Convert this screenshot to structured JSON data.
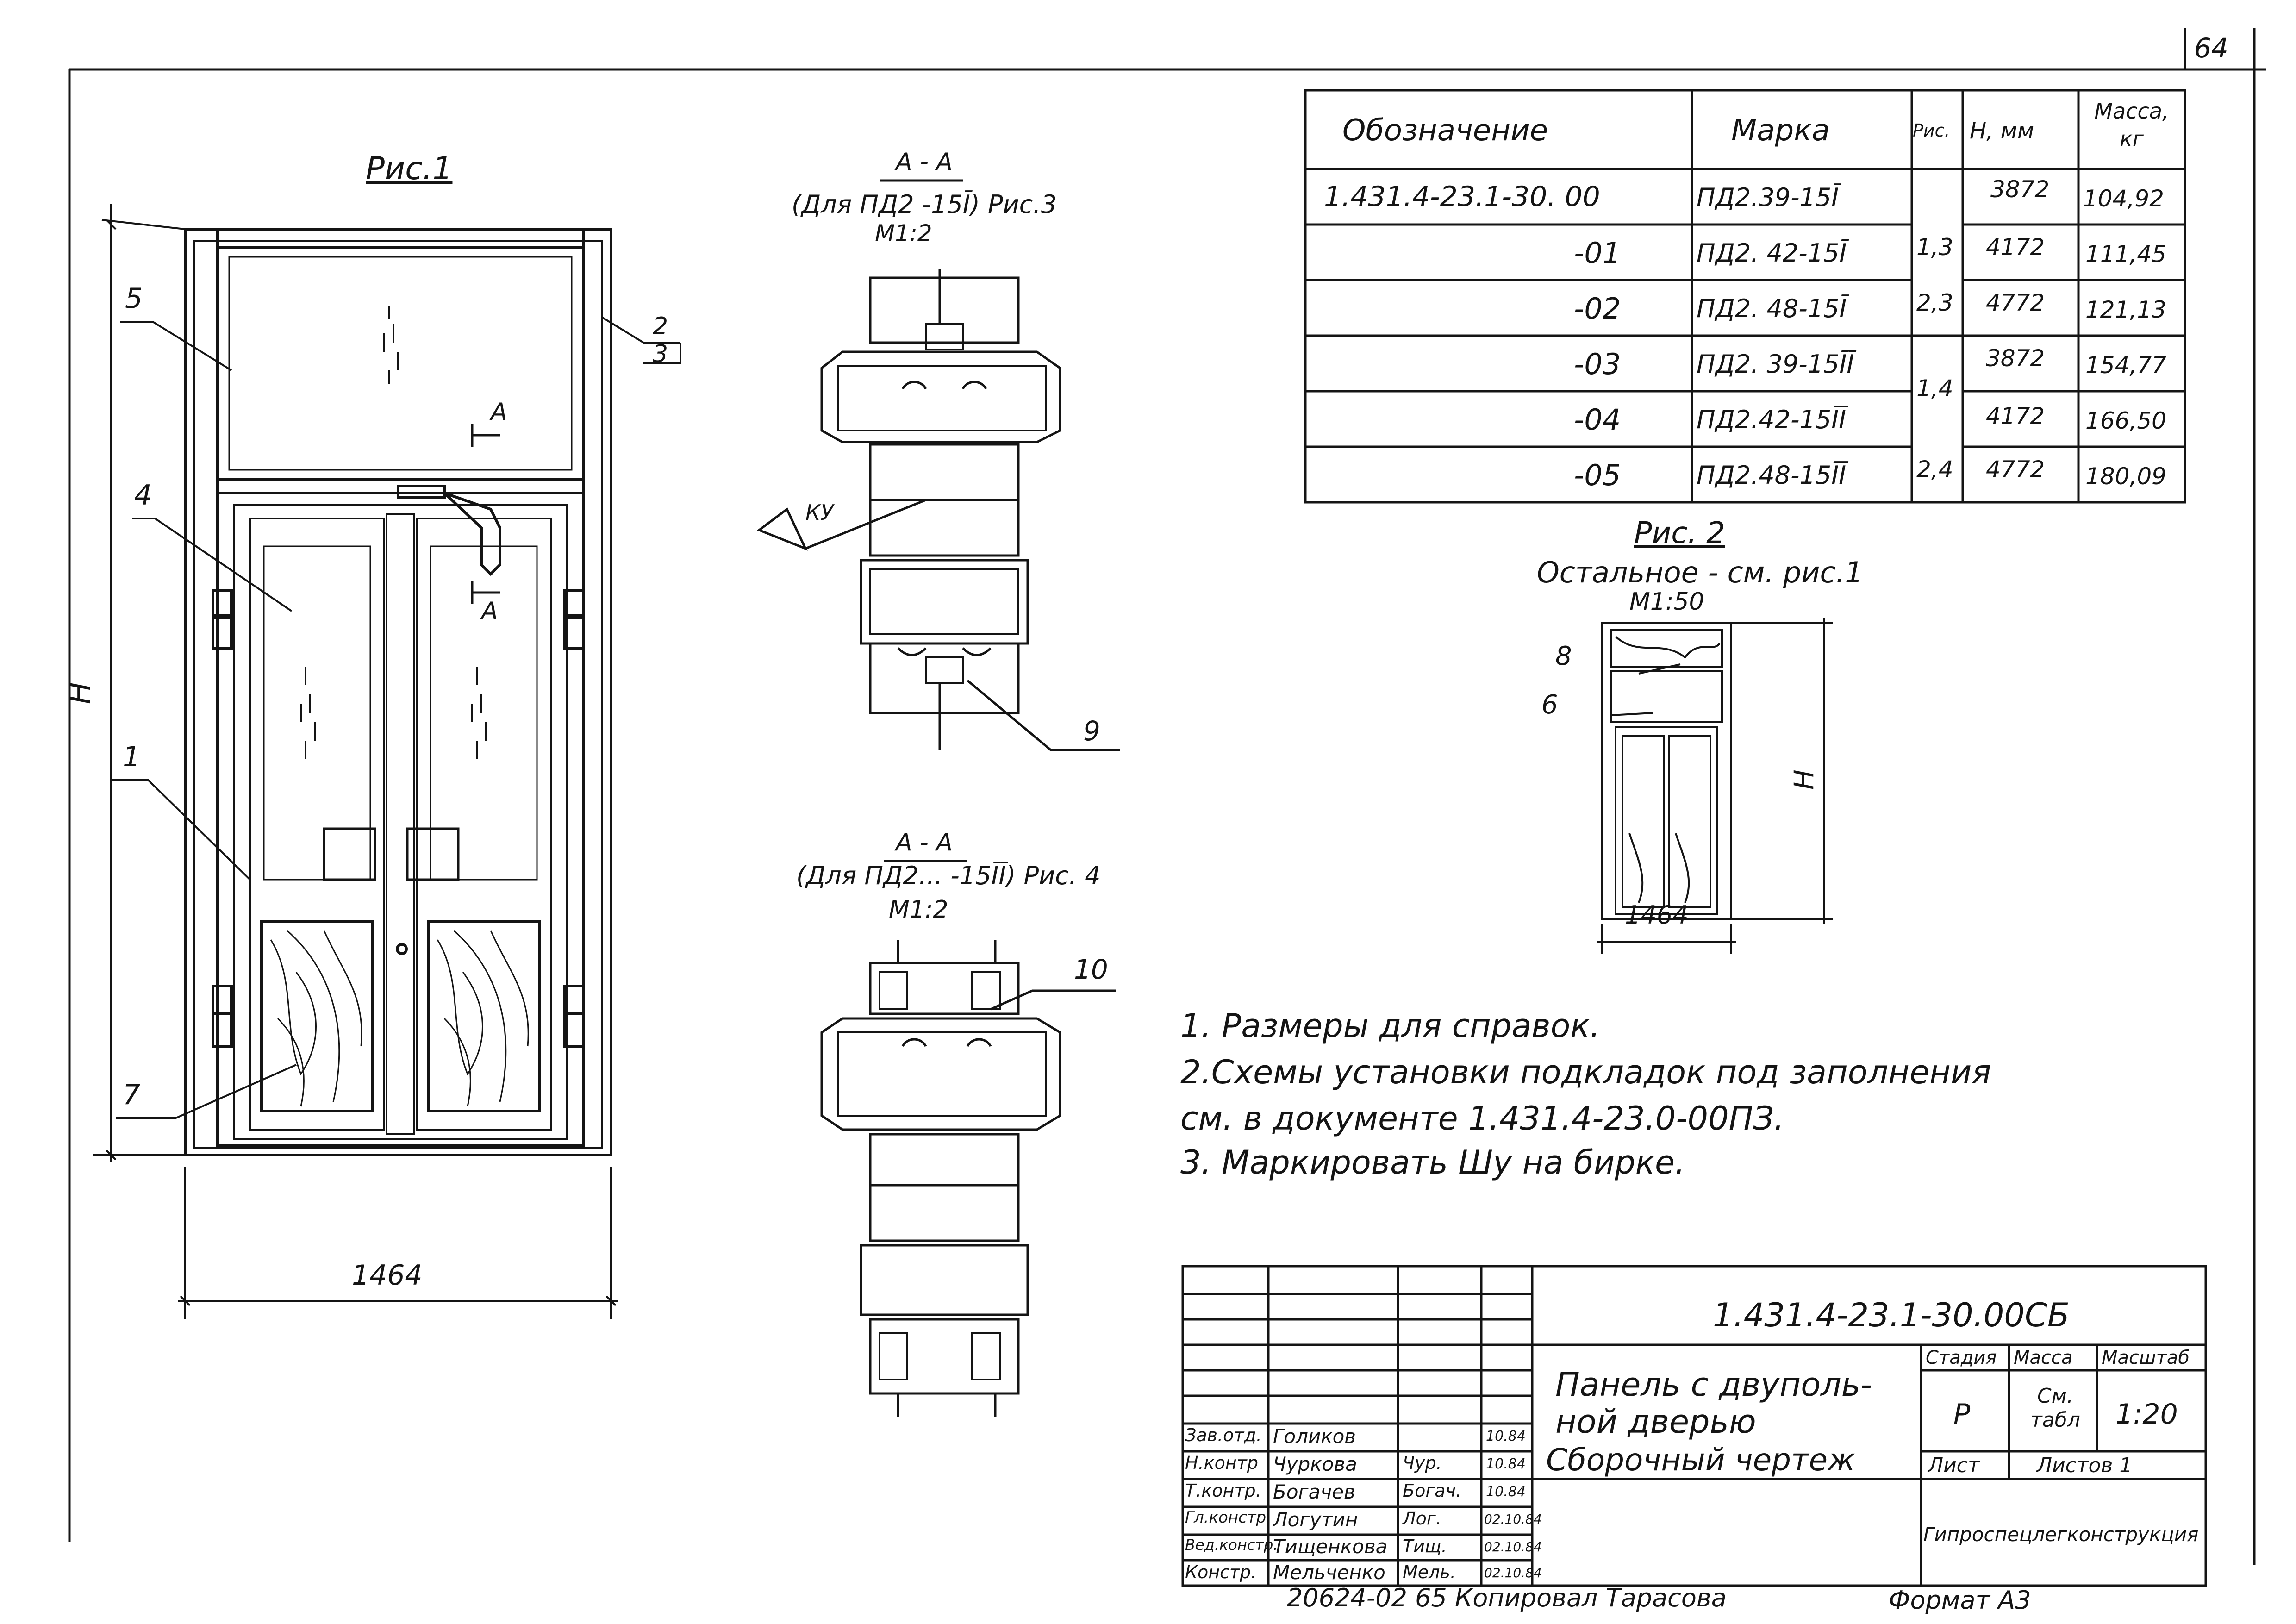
{
  "sheet_number": "64",
  "fig1": {
    "title": "Рис.1",
    "dimension_width": "1464",
    "dimension_height": "H",
    "section_mark": "A",
    "callouts": [
      "5",
      "4",
      "1",
      "7",
      "2",
      "3"
    ]
  },
  "section_a1": {
    "title": "A - A",
    "subtitle": "(Для ПД2 -15Ī) Рис.3",
    "scale": "М1:2",
    "label_ku": "КУ",
    "callout": "9"
  },
  "section_a2": {
    "title": "A - A",
    "subtitle": "(Для ПД2... -15ĪĪ) Рис. 4",
    "scale": "М1:2",
    "callout": "10"
  },
  "fig2": {
    "title": "Рис. 2",
    "subtitle": "Остальное - см. рис.1",
    "scale": "М1:50",
    "dimension_width": "1464",
    "dimension_height": "H",
    "callouts": [
      "8",
      "6"
    ]
  },
  "spec_table": {
    "headers": [
      "Обозначение",
      "Марка",
      "Рис.",
      "H, мм",
      "Масса, кг"
    ],
    "rows": [
      {
        "designation": "1.431.4-23.1-30. 00",
        "mark": "ПД2.39-15Ī",
        "fig": "",
        "h": "3872",
        "mass": "104,92"
      },
      {
        "designation": "-01",
        "mark": "ПД2. 42-15Ī",
        "fig": "1,3",
        "h": "4172",
        "mass": "111,45"
      },
      {
        "designation": "-02",
        "mark": "ПД2. 48-15Ī",
        "fig": "2,3",
        "h": "4772",
        "mass": "121,13"
      },
      {
        "designation": "-03",
        "mark": "ПД2. 39-15ĪĪ",
        "fig": "",
        "h": "3872",
        "mass": "154,77"
      },
      {
        "designation": "-04",
        "mark": "ПД2.42-15ĪĪ",
        "fig": "1,4",
        "h": "4172",
        "mass": "166,50"
      },
      {
        "designation": "-05",
        "mark": "ПД2.48-15ĪĪ",
        "fig": "2,4",
        "h": "4772",
        "mass": "180,09"
      }
    ]
  },
  "notes": [
    "1. Размеры для справок.",
    "2.Схемы установки подкладок под заполнения",
    "см. в документе 1.431.4-23.0-00ПЗ.",
    "3. Маркировать Шу на бирке."
  ],
  "title_block": {
    "doc_code": "1.431.4-23.1-30.00СБ",
    "name_line1": "Панель с двуполь-",
    "name_line2": "ной дверью",
    "name_line3": "Сборочный чертеж",
    "stage_header": "Стадия",
    "mass_header": "Масса",
    "scale_header": "Масштаб",
    "stage": "Р",
    "mass": "См. табл",
    "scale": "1:20",
    "sheet_label": "Лист",
    "sheets_label": "Листов 1",
    "organization": "Гипроспецлегконструкция",
    "signatures": [
      {
        "role": "Зав.отд.",
        "name": "Голиков",
        "sign": "",
        "date": "10.84"
      },
      {
        "role": "Н.контр",
        "name": "Чуркова",
        "sign": "Чур.",
        "date": "10.84"
      },
      {
        "role": "Т.контр.",
        "name": "Богачев",
        "sign": "Богач.",
        "date": "10.84"
      },
      {
        "role": "Гл.констр.",
        "name": "Логутин",
        "sign": "Лог.",
        "date": "02.10.84"
      },
      {
        "role": "Вед.констр.",
        "name": "Тищенкова",
        "sign": "Тищ.",
        "date": "02.10.84"
      },
      {
        "role": "Констр.",
        "name": "Мельченко",
        "sign": "Мель.",
        "date": "02.10.84"
      }
    ]
  },
  "footer": {
    "copy_info": "20624-02 65 Копировал Тарасова",
    "format": "Формат А3"
  }
}
